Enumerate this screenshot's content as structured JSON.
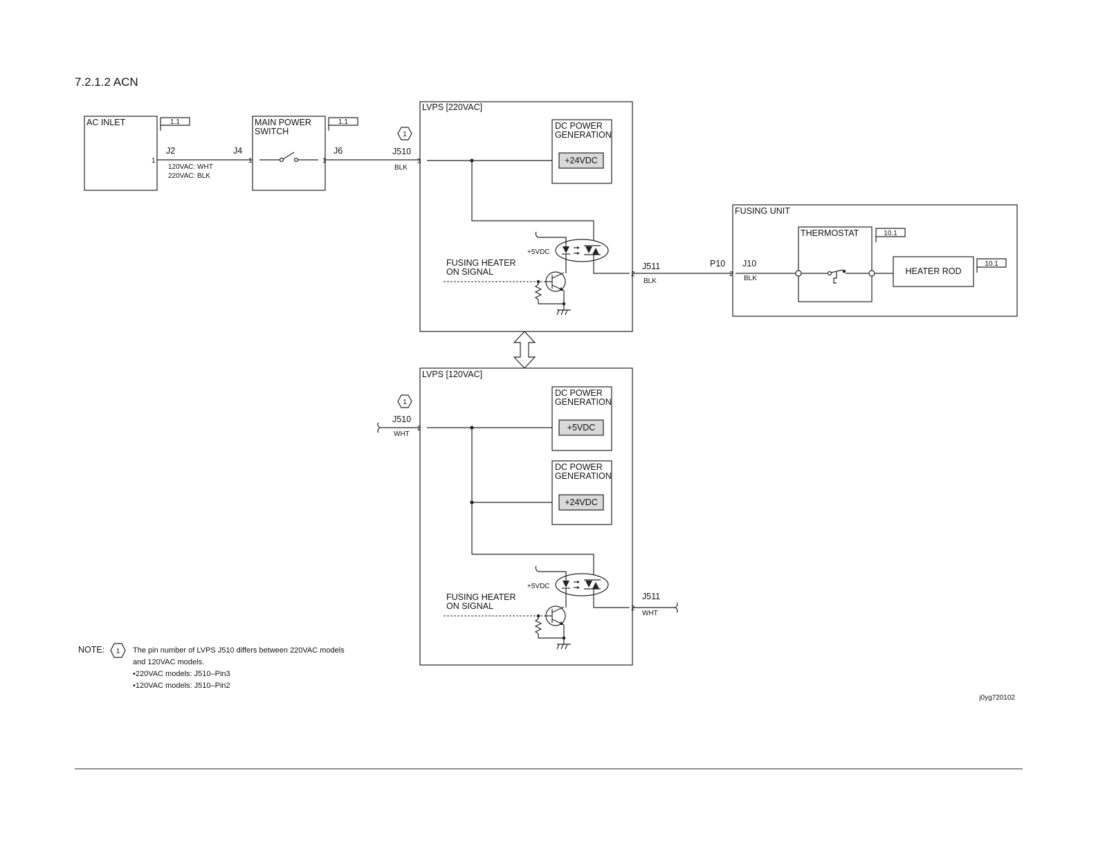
{
  "title": "7.2.1.2 ACN",
  "ac_inlet": {
    "name": "AC INLET",
    "ref": "1.1",
    "pin": "1"
  },
  "main_power_switch": {
    "name_line1": "MAIN POWER",
    "name_line2": "SWITCH",
    "ref": "1.1",
    "pin_in": "1",
    "pin_out": "1"
  },
  "wire_j2_j4": {
    "left_connector": "J2",
    "right_connector": "J4",
    "color_note1": "120VAC: WHT",
    "color_note2": "220VAC: BLK"
  },
  "wire_j6": {
    "connector": "J6"
  },
  "lvps_220": {
    "name": "LVPS [220VAC]",
    "note_mark": "1",
    "in_connector": "J510",
    "in_pin": "3",
    "in_color": "BLK",
    "dc_gen_line1": "DC POWER",
    "dc_gen_line2": "GENERATION",
    "dc_output": "+24VDC",
    "vcc_label": "+5VDC",
    "signal_line1": "FUSING HEATER",
    "signal_line2": "ON SIGNAL",
    "out_connector": "J511",
    "out_pin": "2",
    "out_color": "BLK"
  },
  "fusing_unit": {
    "name": "FUSING UNIT",
    "in_connector_p": "P10",
    "in_pin_p": "2",
    "in_connector_j": "J10",
    "in_pin_j": "2",
    "in_color": "BLK",
    "thermostat": {
      "name": "THERMOSTAT",
      "ref": "10.1"
    },
    "heater_rod": {
      "name": "HEATER ROD",
      "ref": "10.1"
    }
  },
  "lvps_120": {
    "name": "LVPS [120VAC]",
    "note_mark": "1",
    "in_connector": "J510",
    "in_pin": "2",
    "in_color": "WHT",
    "dc_gen1_line1": "DC POWER",
    "dc_gen1_line2": "GENERATION",
    "dc_output1": "+5VDC",
    "dc_gen2_line1": "DC POWER",
    "dc_gen2_line2": "GENERATION",
    "dc_output2": "+24VDC",
    "vcc_label": "+5VDC",
    "signal_line1": "FUSING HEATER",
    "signal_line2": "ON SIGNAL",
    "out_connector": "J511",
    "out_pin": "2",
    "out_color": "WHT"
  },
  "note": {
    "label": "NOTE:",
    "mark": "1",
    "line1": "The pin number of LVPS J510 differs between 220VAC models",
    "line2": "and 120VAC models.",
    "line3": "•220VAC models: J510–Pin3",
    "line4": "•120VAC models: J510–Pin2"
  },
  "figure_id": "j0yg720102"
}
